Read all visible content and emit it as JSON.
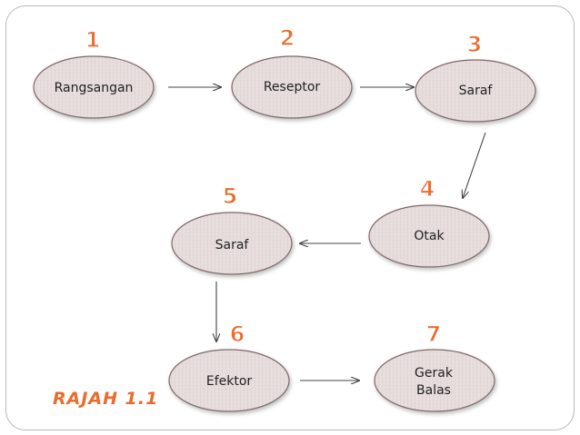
{
  "nodes": {
    "rangsangan": "Rangsangan",
    "reseptor": "Reseptor",
    "saraf_top": "Saraf",
    "otak": "Otak",
    "saraf_mid": "Saraf",
    "efektor": "Efektor",
    "gerak_balas_line1": "Gerak",
    "gerak_balas_line2": "Balas"
  },
  "step_numbers": [
    "1",
    "2",
    "3",
    "4",
    "5",
    "6",
    "7"
  ],
  "caption": "RAJAH 1.1",
  "colors": {
    "ellipse_fill": "#e7dedd",
    "ellipse_stroke": "#7e6867",
    "number": "#ec6a2c",
    "arrow": "#444444"
  }
}
